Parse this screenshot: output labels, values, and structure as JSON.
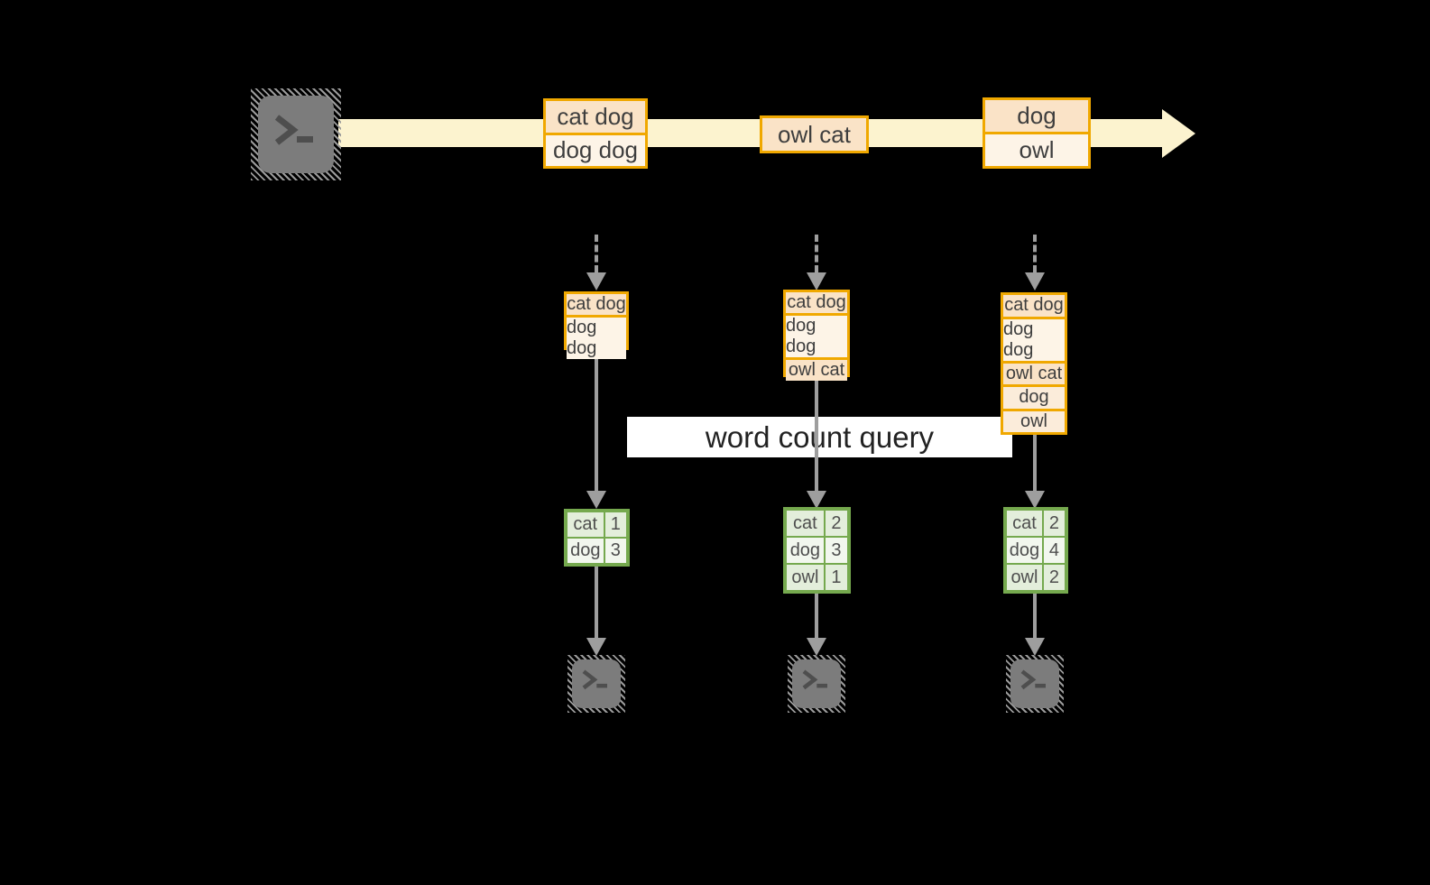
{
  "query": {
    "label": "word count query"
  },
  "icons": {
    "source": "terminal-icon",
    "sink": "terminal-icon"
  },
  "colors": {
    "background": "#000000",
    "band_yellow": "#FCF3CF",
    "box_border_gold": "#F0A800",
    "box_fill_peach": "#FAE3C7",
    "box_fill_cream": "#FDF4E7",
    "table_border_green": "#75A94E",
    "table_fill_dark": "#E3EEDB",
    "table_fill_light": "#F2F7EE",
    "arrow_gray": "#9E9E9E",
    "terminal_gray": "#7C7C7C"
  },
  "timeline": {
    "messages": [
      {
        "rows": [
          {
            "label": "cat dog"
          },
          {
            "label": "dog dog"
          }
        ]
      },
      {
        "rows": [
          {
            "label": "owl cat"
          }
        ]
      },
      {
        "rows": [
          {
            "label": "dog"
          },
          {
            "label": "owl"
          }
        ]
      }
    ]
  },
  "columns": [
    {
      "stack": {
        "rows": [
          {
            "label": "cat dog"
          },
          {
            "label": "dog dog"
          }
        ]
      },
      "counts": {
        "rows": [
          {
            "word": "cat",
            "count": "1"
          },
          {
            "word": "dog",
            "count": "3"
          }
        ]
      }
    },
    {
      "stack": {
        "rows": [
          {
            "label": "cat dog"
          },
          {
            "label": "dog dog"
          },
          {
            "label": "owl cat"
          }
        ]
      },
      "counts": {
        "rows": [
          {
            "word": "cat",
            "count": "2"
          },
          {
            "word": "dog",
            "count": "3"
          },
          {
            "word": "owl",
            "count": "1"
          }
        ]
      }
    },
    {
      "stack": {
        "rows": [
          {
            "label": "cat dog"
          },
          {
            "label": "dog dog"
          },
          {
            "label": "owl cat"
          },
          {
            "label": "dog"
          },
          {
            "label": "owl"
          }
        ]
      },
      "counts": {
        "rows": [
          {
            "word": "cat",
            "count": "2"
          },
          {
            "word": "dog",
            "count": "4"
          },
          {
            "word": "owl",
            "count": "2"
          }
        ]
      }
    }
  ]
}
